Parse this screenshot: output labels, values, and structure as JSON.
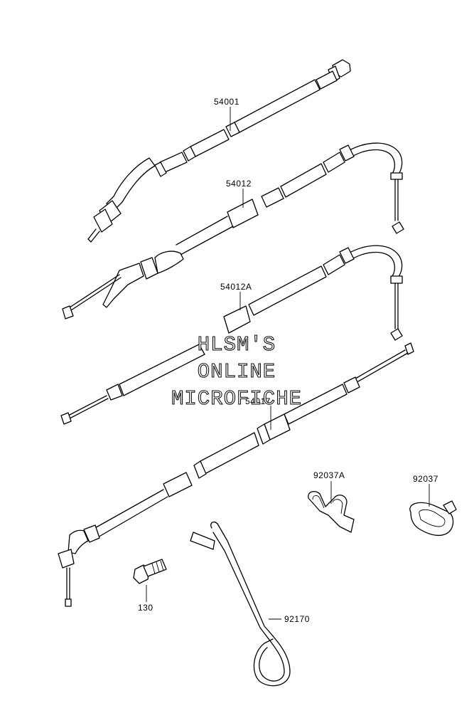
{
  "diagram": {
    "part_labels": {
      "p54001": "54001",
      "p54012": "54012",
      "p54012A": "54012A",
      "p54017": "54017",
      "p92037A": "92037A",
      "p92037": "92037",
      "p130": "130",
      "p92170": "92170"
    },
    "watermark": {
      "line1": "HLSM'S",
      "line2": "ONLINE",
      "line3": "MICROFICHE"
    }
  }
}
